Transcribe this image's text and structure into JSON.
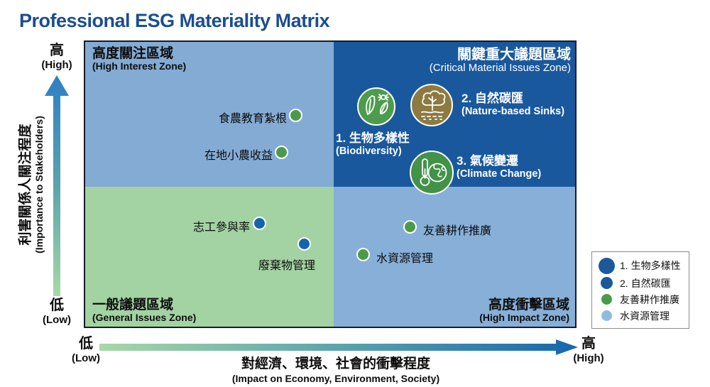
{
  "page_title": "Professional ESG Materiality Matrix",
  "colors": {
    "title": "#1b4e8e",
    "quad_top_left_bg": "#84abd3",
    "quad_top_right_bg": "#19589c",
    "quad_bottom_left_bg": "#a3d2a3",
    "quad_bottom_right_bg": "#87afd7",
    "dot_green": "#4a9a4a",
    "dot_blue": "#1563ae",
    "legend_dark_blue": "#1a5a9c",
    "legend_light_blue": "#8fbbdf",
    "icon_biodiversity": "#4d9b4d",
    "icon_sinks": "#8c7a40",
    "icon_climate": "#42924a",
    "arrow_gradient_start": "#a5d6a5",
    "arrow_gradient_end": "#1f6cb5"
  },
  "quadrants": {
    "top_left": {
      "title_zh": "高度關注區域",
      "title_en": "(High Interest Zone)"
    },
    "top_right": {
      "title_zh": "關鍵重大議題區域",
      "title_en": "(Critical Material Issues Zone)"
    },
    "bottom_left": {
      "title_zh": "一般議題區域",
      "title_en": "(General Issues Zone)"
    },
    "bottom_right": {
      "title_zh": "高度衝擊區域",
      "title_en": "(High Impact Zone)"
    }
  },
  "y_axis": {
    "label_zh": "利害關係人關注程度",
    "label_en": "(Importance to Stakeholders)",
    "high_zh": "高",
    "high_en": "(High)",
    "low_zh": "低",
    "low_en": "(Low)"
  },
  "x_axis": {
    "label_zh": "對經濟、環境、社會的衝擊程度",
    "label_en": "(Impact on Economy, Environment, Society)",
    "high_zh": "高",
    "high_en": "(High)",
    "low_zh": "低",
    "low_en": "(Low)"
  },
  "key_issues": [
    {
      "title_zh": "1. 生物多樣性",
      "title_en": "(Biodiversity)",
      "icon": "leaf-and-bug-icon"
    },
    {
      "title_zh": "2. 自然碳匯",
      "title_en": "(Nature-based Sinks)",
      "icon": "tree-and-soil-icon"
    },
    {
      "title_zh": "3. 氣候變遷",
      "title_en": "(Climate Change)",
      "icon": "thermometer-and-globe-icon"
    }
  ],
  "points": [
    {
      "label": "食農教育紮根",
      "color": "green"
    },
    {
      "label": "在地小農收益",
      "color": "green"
    },
    {
      "label": "志工參與率",
      "color": "blue"
    },
    {
      "label": "廢棄物管理",
      "color": "blue"
    },
    {
      "label": "友善耕作推廣",
      "color": "green"
    },
    {
      "label": "水資源管理",
      "color": "green"
    }
  ],
  "legend": {
    "items": [
      {
        "label": "1. 生物多樣性",
        "color": "#1a5a9c"
      },
      {
        "label": "2. 自然碳匯",
        "color": "#1a5a9c"
      },
      {
        "label": "友善耕作推廣",
        "color": "#4a9a4a"
      },
      {
        "label": "水資源管理",
        "color": "#8fbbdf"
      }
    ]
  },
  "chart_data": {
    "type": "scatter",
    "title": "Professional ESG Materiality Matrix",
    "xlabel": "對經濟、環境、社會的衝擊程度 (Impact on Economy, Environment, Society)",
    "ylabel": "利害關係人關注程度 (Importance to Stakeholders)",
    "x_range": [
      "低 (Low)",
      "高 (High)"
    ],
    "y_range": [
      "低 (Low)",
      "高 (High)"
    ],
    "grid": false,
    "legend_position": "bottom-right-outside",
    "zones": [
      {
        "name": "高度關注區域 (High Interest Zone)",
        "position": "top-left"
      },
      {
        "name": "關鍵重大議題區域 (Critical Material Issues Zone)",
        "position": "top-right"
      },
      {
        "name": "一般議題區域 (General Issues Zone)",
        "position": "bottom-left"
      },
      {
        "name": "高度衝擊區域 (High Impact Zone)",
        "position": "bottom-right"
      }
    ],
    "points": [
      {
        "label": "食農教育紮根",
        "x": 0.43,
        "y": 0.74,
        "series": "green"
      },
      {
        "label": "在地小農收益",
        "x": 0.4,
        "y": 0.61,
        "series": "green"
      },
      {
        "label": "志工參與率",
        "x": 0.36,
        "y": 0.36,
        "series": "blue"
      },
      {
        "label": "廢棄物管理",
        "x": 0.45,
        "y": 0.29,
        "series": "blue"
      },
      {
        "label": "友善耕作推廣",
        "x": 0.66,
        "y": 0.35,
        "series": "green"
      },
      {
        "label": "水資源管理",
        "x": 0.57,
        "y": 0.25,
        "series": "green"
      },
      {
        "label": "1. 生物多樣性 (Biodiversity)",
        "x": 0.59,
        "y": 0.77,
        "series": "key-issue"
      },
      {
        "label": "2. 自然碳匯 (Nature-based Sinks)",
        "x": 0.71,
        "y": 0.77,
        "series": "key-issue"
      },
      {
        "label": "3. 氣候變遷 (Climate Change)",
        "x": 0.71,
        "y": 0.54,
        "series": "key-issue"
      }
    ]
  }
}
